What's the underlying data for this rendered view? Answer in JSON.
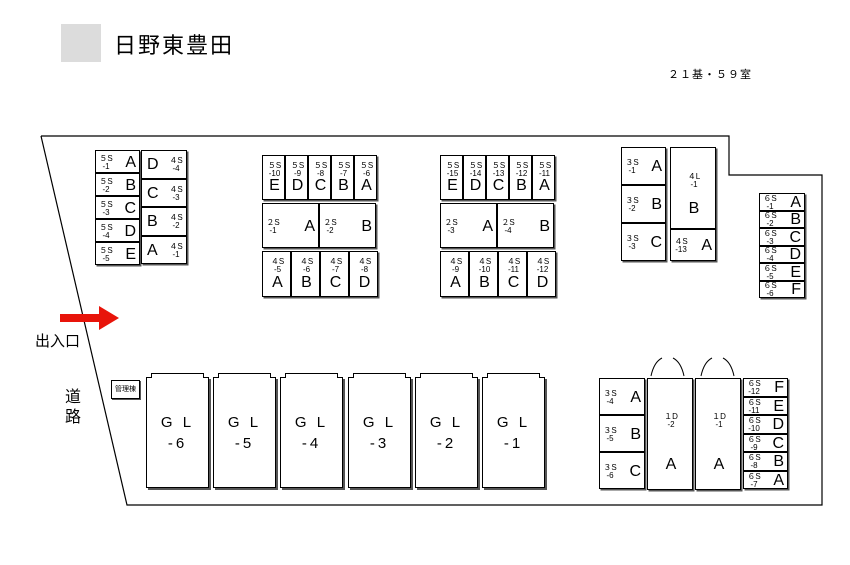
{
  "header": {
    "title": "日野東豊田",
    "count": "２１基・５９室"
  },
  "labels": {
    "entrance": "出入口",
    "road": "道\n路",
    "management": "管理棟"
  },
  "colors": {
    "arrow": "#e8140a"
  },
  "blocks": {
    "b5s": [
      {
        "code": "５S\n-1",
        "letter": "A"
      },
      {
        "code": "５S\n-2",
        "letter": "B"
      },
      {
        "code": "５S\n-3",
        "letter": "C"
      },
      {
        "code": "５S\n-4",
        "letter": "D"
      },
      {
        "code": "５S\n-5",
        "letter": "E"
      }
    ],
    "b4s_left": [
      {
        "code": "４S\n-4",
        "letter": "D"
      },
      {
        "code": "４S\n-3",
        "letter": "C"
      },
      {
        "code": "４S\n-2",
        "letter": "B"
      },
      {
        "code": "４S\n-1",
        "letter": "A"
      }
    ],
    "b5s_mid1": [
      {
        "code": "５S\n-10",
        "letter": "E"
      },
      {
        "code": "５S\n-9",
        "letter": "D"
      },
      {
        "code": "５S\n-8",
        "letter": "C"
      },
      {
        "code": "５S\n-7",
        "letter": "B"
      },
      {
        "code": "５S\n-6",
        "letter": "A"
      }
    ],
    "b2s_mid1": [
      {
        "code": "２S\n-1",
        "letter": "A"
      },
      {
        "code": "２S\n-2",
        "letter": "B"
      }
    ],
    "b4s_mid1": [
      {
        "code": "４S\n-5",
        "letter": "A"
      },
      {
        "code": "４S\n-6",
        "letter": "B"
      },
      {
        "code": "４S\n-7",
        "letter": "C"
      },
      {
        "code": "４S\n-8",
        "letter": "D"
      }
    ],
    "b5s_mid2": [
      {
        "code": "５S\n-15",
        "letter": "E"
      },
      {
        "code": "５S\n-14",
        "letter": "D"
      },
      {
        "code": "５S\n-13",
        "letter": "C"
      },
      {
        "code": "５S\n-12",
        "letter": "B"
      },
      {
        "code": "５S\n-11",
        "letter": "A"
      }
    ],
    "b2s_mid2": [
      {
        "code": "２S\n-3",
        "letter": "A"
      },
      {
        "code": "２S\n-4",
        "letter": "B"
      }
    ],
    "b4s_mid2": [
      {
        "code": "４S\n-9",
        "letter": "A"
      },
      {
        "code": "４S\n-10",
        "letter": "B"
      },
      {
        "code": "４S\n-11",
        "letter": "C"
      },
      {
        "code": "４S\n-12",
        "letter": "D"
      }
    ],
    "b3s_top": [
      {
        "code": "３S\n-1",
        "letter": "A"
      },
      {
        "code": "３S\n-2",
        "letter": "B"
      },
      {
        "code": "３S\n-3",
        "letter": "C"
      }
    ],
    "b4l": {
      "code": "４L\n-1",
      "letter": "B"
    },
    "b4s13": {
      "code": "４S\n-13",
      "letter": "A"
    },
    "b6s_right": [
      {
        "code": "６S\n-1",
        "letter": "A"
      },
      {
        "code": "６S\n-2",
        "letter": "B"
      },
      {
        "code": "６S\n-3",
        "letter": "C"
      },
      {
        "code": "６S\n-4",
        "letter": "D"
      },
      {
        "code": "６S\n-5",
        "letter": "E"
      },
      {
        "code": "６S\n-6",
        "letter": "F"
      }
    ],
    "b3s_bottom": [
      {
        "code": "３S\n-4",
        "letter": "A"
      },
      {
        "code": "３S\n-5",
        "letter": "B"
      },
      {
        "code": "３S\n-6",
        "letter": "C"
      }
    ],
    "b1d": [
      {
        "code": "１D\n-2",
        "letter": "A"
      },
      {
        "code": "１D\n-1",
        "letter": "A"
      }
    ],
    "b6s_bottom": [
      {
        "code": "６S\n-12",
        "letter": "F"
      },
      {
        "code": "６S\n-11",
        "letter": "E"
      },
      {
        "code": "６S\n-10",
        "letter": "D"
      },
      {
        "code": "６S\n-9",
        "letter": "C"
      },
      {
        "code": "６S\n-8",
        "letter": "B"
      },
      {
        "code": "６S\n-7",
        "letter": "A"
      }
    ],
    "gl": [
      {
        "code": "G L\n-6"
      },
      {
        "code": "G L\n-5"
      },
      {
        "code": "G L\n-4"
      },
      {
        "code": "G L\n-3"
      },
      {
        "code": "G L\n-2"
      },
      {
        "code": "G L\n-1"
      }
    ]
  }
}
